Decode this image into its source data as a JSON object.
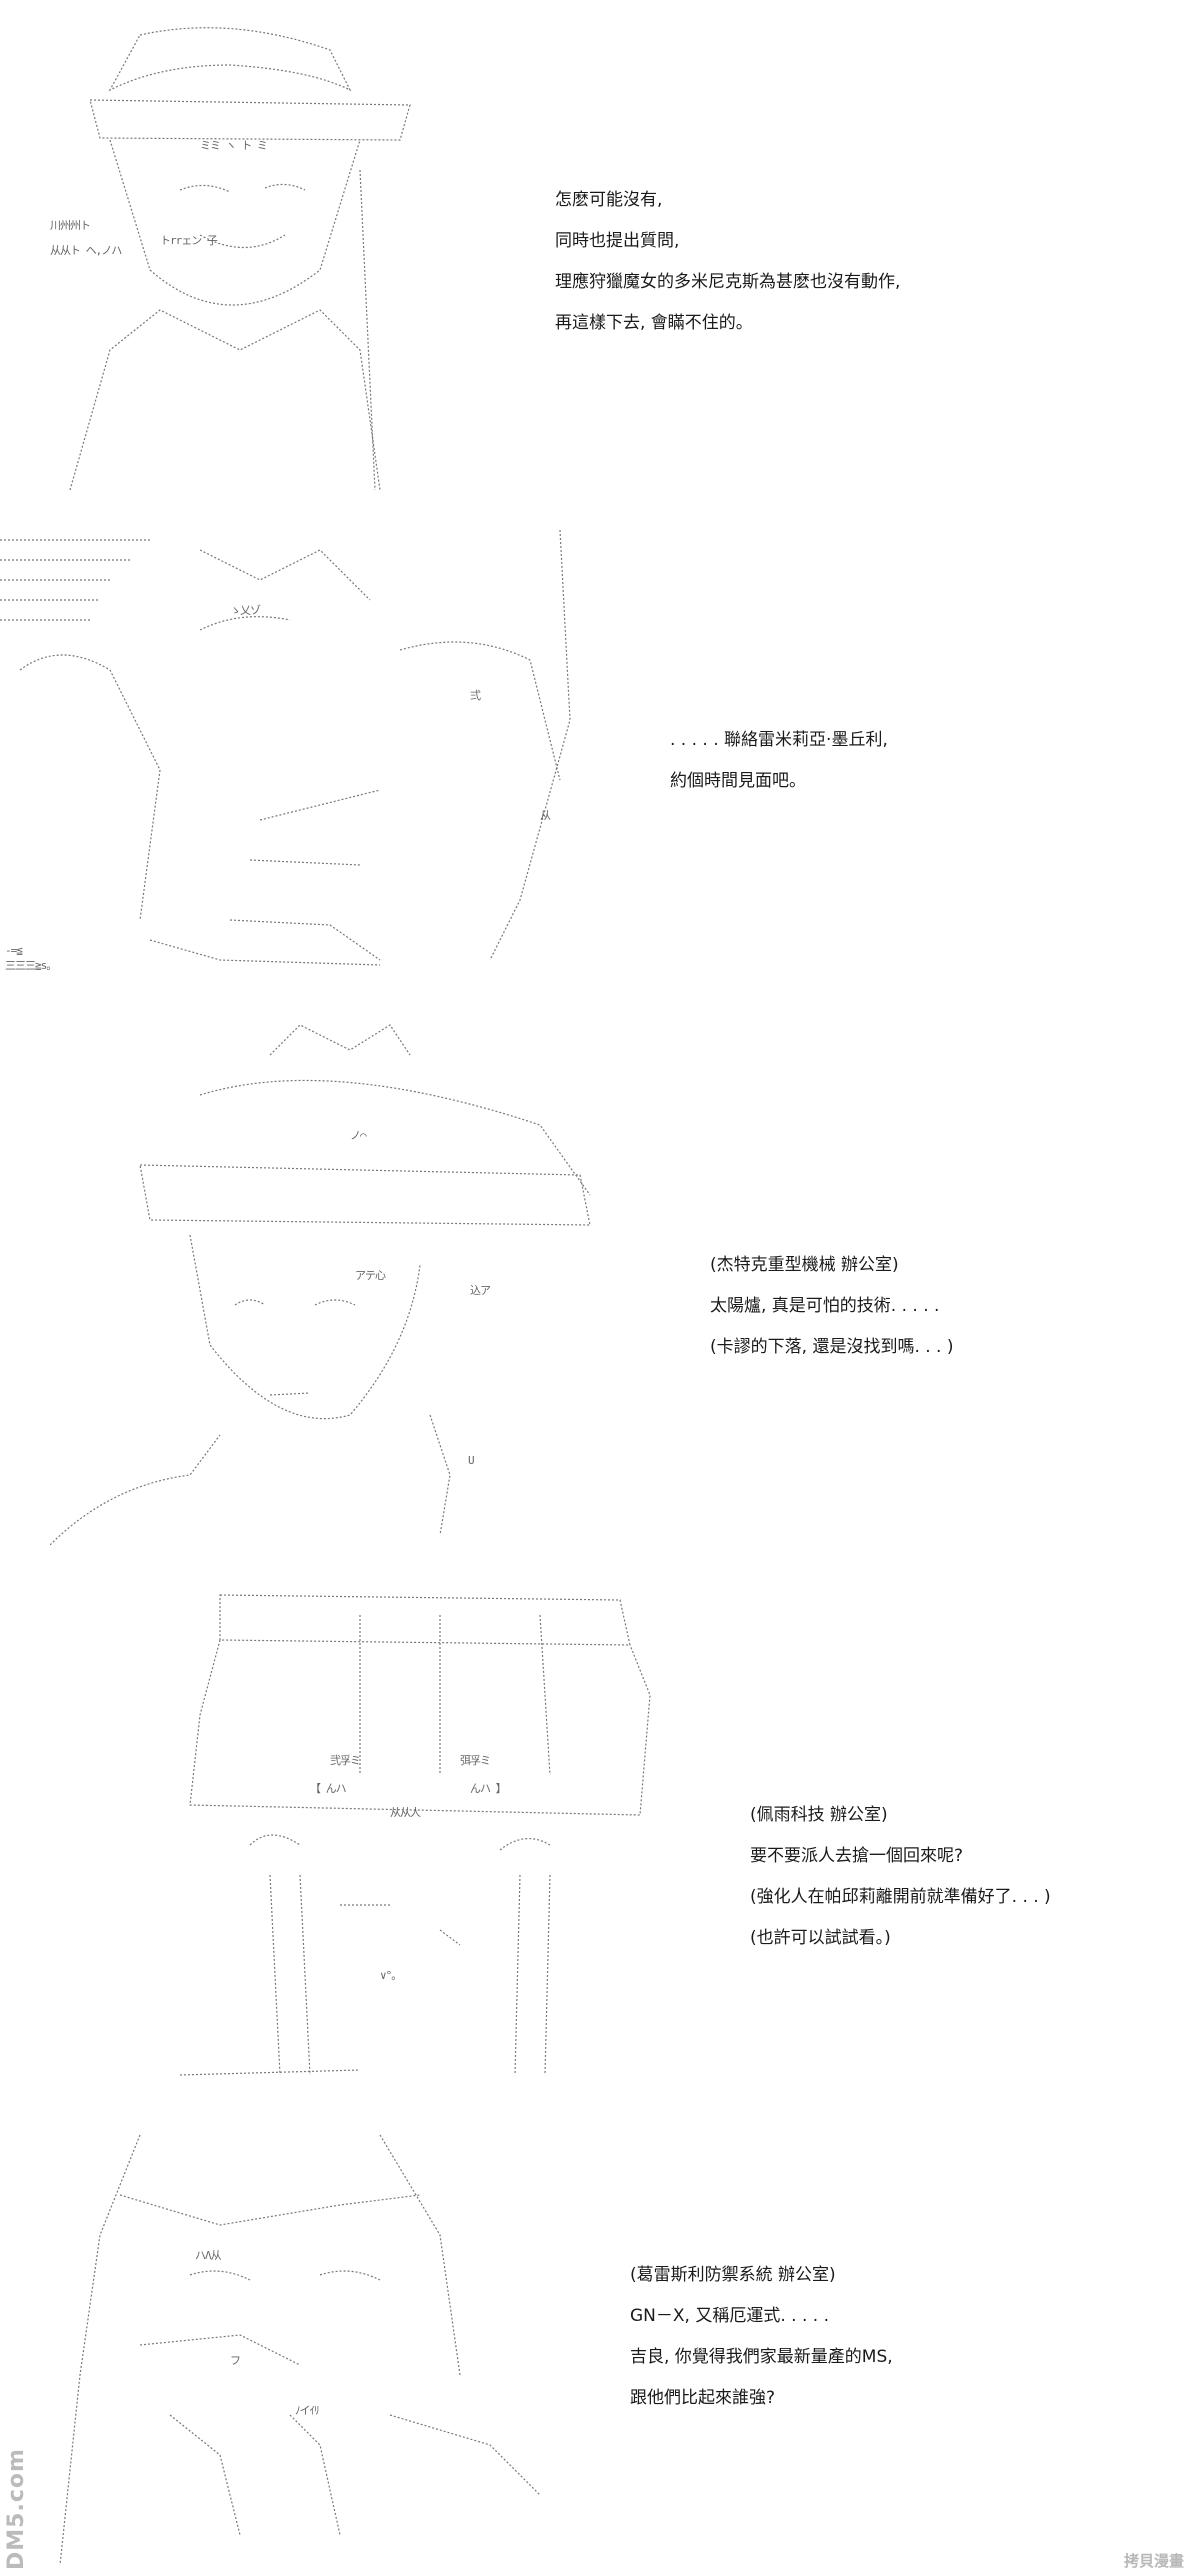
{
  "panels": [
    {
      "lines": [
        "怎麽可能沒有,",
        "同時也提出質問,",
        "理應狩獵魔女的多米尼克斯為甚麽也沒有動作,",
        "再這樣下去, 會瞞不住的。"
      ]
    },
    {
      "lines": [
        ". . . . . 聯絡雷米莉亞·墨丘利,",
        "約個時間見面吧。"
      ]
    },
    {
      "lines": [
        "(杰特克重型機械  辦公室)",
        "太陽爐, 真是可怕的技術. . . . .",
        "(卡謬的下落, 還是沒找到嗎. . . )"
      ]
    },
    {
      "lines": [
        "(佩雨科技  辦公室)",
        "要不要派人去搶一個回來呢?",
        "(強化人在帕邱莉離開前就準備好了. . . )",
        "(也許可以試試看。)"
      ]
    },
    {
      "lines": [
        "(葛雷斯利防禦系統  辦公室)",
        "GN－X, 又稱厄運式. . . . .",
        "吉良, 你覺得我們家最新量產的MS,",
        "跟他們比起來誰強?"
      ]
    }
  ],
  "art_text": {
    "p1": [
      "トrrェン 子",
      "ミミ ヽ ト ミ",
      "川州州ト",
      "从从ト ヘ,ノハ"
    ],
    "p2": [
      "ゝ乂ゾ",
      "弍",
      "从",
      "三三三≧s。",
      "-=≦"
    ],
    "p3": [
      "アテ心",
      "込ア",
      "ノ⌒",
      "U"
    ],
    "p4": [
      "弐孚ミ",
      "弭孚ミ",
      "【 んハ",
      "んハ 】",
      "从从人",
      "∨°。"
    ],
    "p5": [
      "ハΛ从",
      "フ",
      "ﾉイｲﾘ"
    ]
  },
  "watermark": {
    "left": "DM5.com",
    "right": "拷貝漫畫"
  }
}
